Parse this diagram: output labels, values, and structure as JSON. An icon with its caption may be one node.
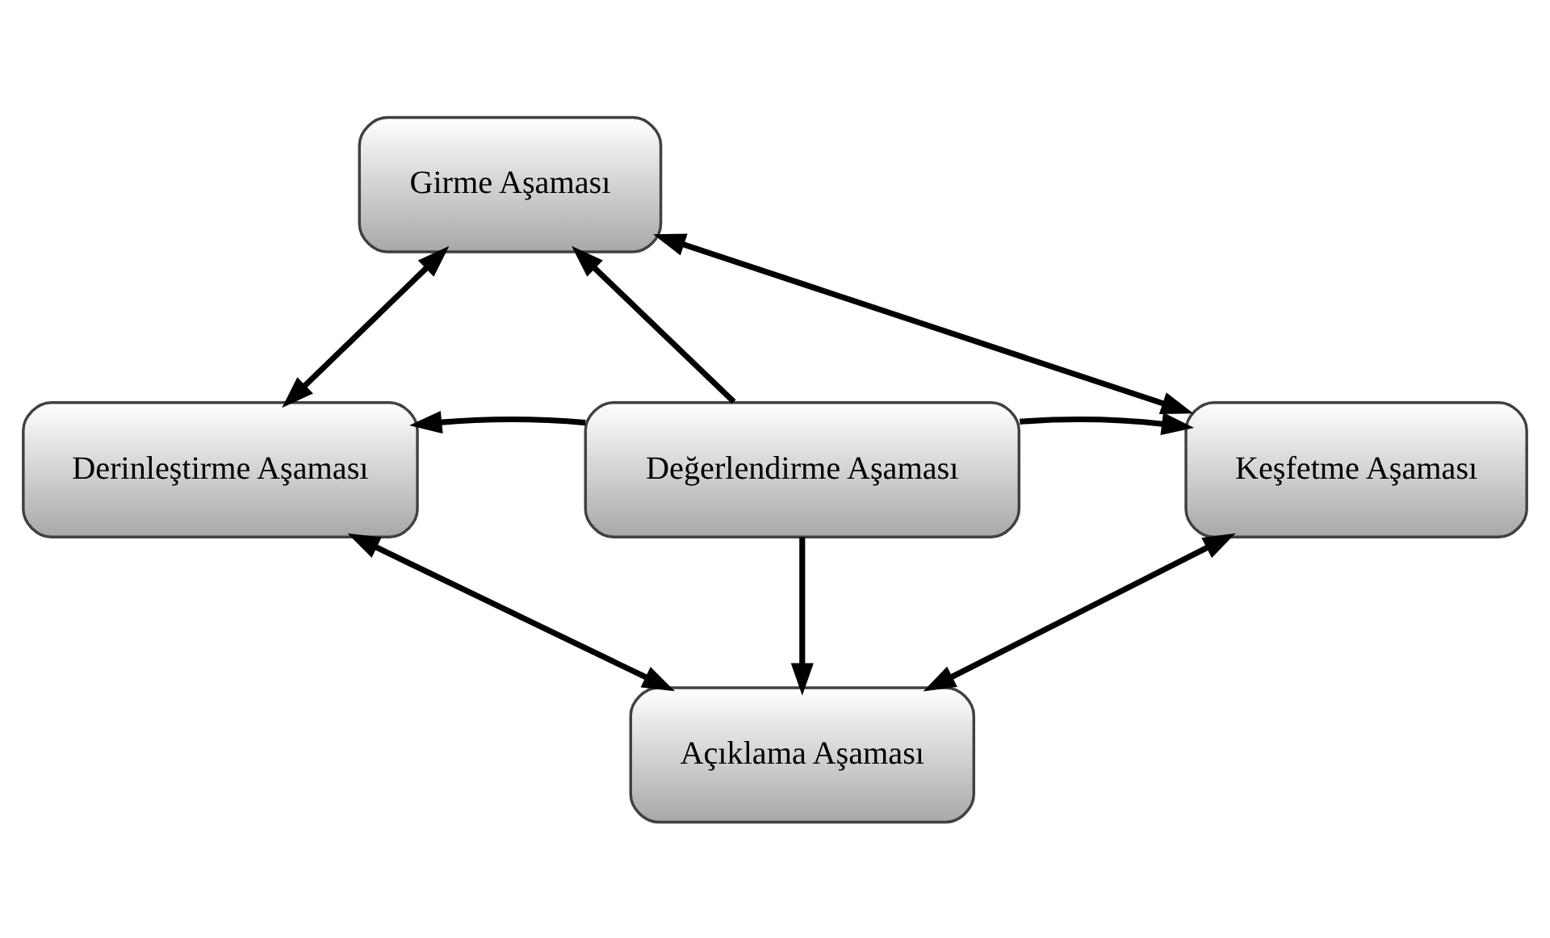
{
  "diagram": {
    "nodes": [
      {
        "text": [
          "Girme Aşaması"
        ]
      },
      {
        "text": [
          "Derinleştirme Aşaması"
        ]
      },
      {
        "text": [
          "Değerlendirme Aşaması"
        ]
      },
      {
        "text": [
          "Keşfetme Aşaması"
        ]
      },
      {
        "text": [
          "Açıklama Aşaması"
        ]
      }
    ],
    "edges": [
      {
        "from": 0,
        "to": 3,
        "arrow": "both"
      },
      {
        "from": 3,
        "to": 4,
        "arrow": "both"
      },
      {
        "from": 1,
        "to": 4,
        "arrow": "both"
      },
      {
        "from": 0,
        "to": 1,
        "arrow": "both"
      },
      {
        "from": 2,
        "to": 0,
        "arrow": "to"
      },
      {
        "from": 2,
        "to": 1,
        "arrow": "to"
      },
      {
        "from": 2,
        "to": 3,
        "arrow": "to"
      },
      {
        "from": 2,
        "to": 4,
        "arrow": "to"
      }
    ]
  }
}
